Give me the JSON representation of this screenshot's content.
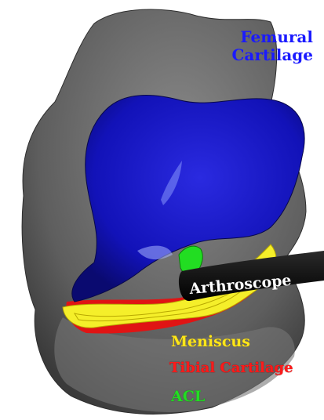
{
  "labels": {
    "femoral_cartilage_line1": "Femural",
    "femoral_cartilage_line2": "Cartilage",
    "arthroscope": "Arthroscope",
    "meniscus": "Meniscus",
    "tibial_cartilage": "Tibial Cartilage",
    "acl": "ACL"
  },
  "colors": {
    "bone": "#6d6d6d",
    "femoral_cartilage": "#1212b8",
    "meniscus": "#f5ef2a",
    "tibial_cartilage": "#e01414",
    "acl": "#22dd22",
    "arthroscope": "#0a0a0a"
  }
}
